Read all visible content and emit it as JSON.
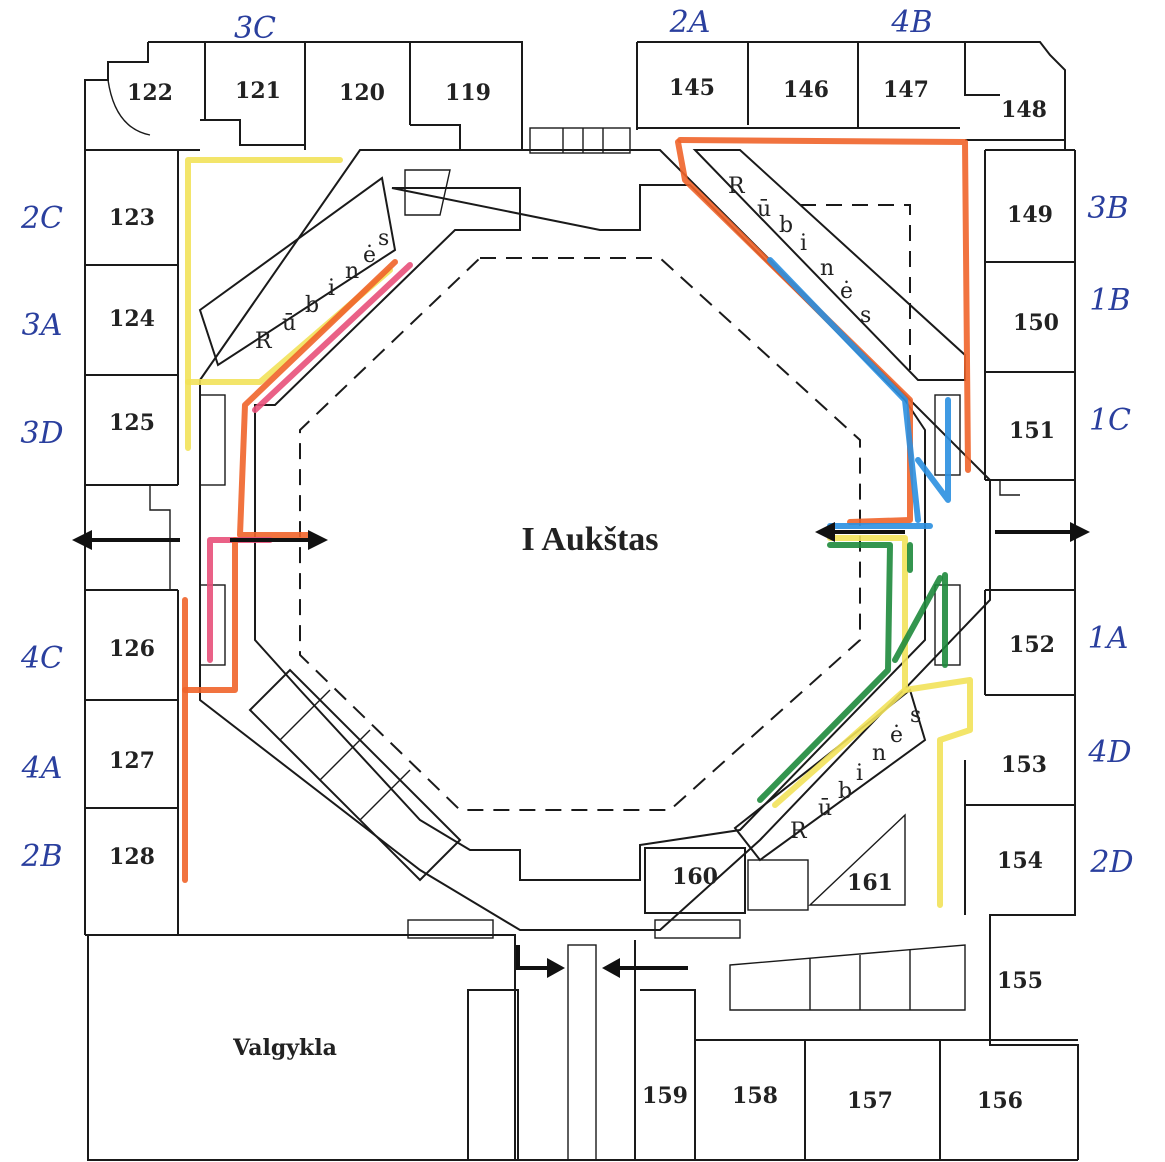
{
  "title": "I Aukštas",
  "rubines_label": "Rūbinės",
  "rubines_letters": [
    "R",
    "ū",
    "b",
    "i",
    "n",
    "ė",
    "s"
  ],
  "rooms": {
    "r119": "119",
    "r120": "120",
    "r121": "121",
    "r122": "122",
    "r123": "123",
    "r124": "124",
    "r125": "125",
    "r126": "126",
    "r127": "127",
    "r128": "128",
    "r145": "145",
    "r146": "146",
    "r147": "147",
    "r148": "148",
    "r149": "149",
    "r150": "150",
    "r151": "151",
    "r152": "152",
    "r153": "153",
    "r154": "154",
    "r155": "155",
    "r156": "156",
    "r157": "157",
    "r158": "158",
    "r159": "159",
    "r160": "160",
    "r161": "161"
  },
  "valgykla": "Valgykla",
  "class_labels": {
    "top_3c": "3C",
    "top_2a": "2A",
    "top_4b": "4B",
    "left_2c": "2C",
    "left_3a": "3A",
    "left_3d": "3D",
    "left_4c": "4C",
    "left_4a": "4A",
    "left_2b": "2B",
    "right_3b": "3B",
    "right_1b": "1B",
    "right_1c": "1C",
    "right_1a": "1A",
    "right_4d": "4D",
    "right_2d": "2D"
  },
  "route_colors": {
    "orange": "#f0642a",
    "yellow": "#f2e25a",
    "pink": "#e8507a",
    "blue": "#2a8fe0",
    "green": "#1e8a3c",
    "handwriting": "#2a3f9e"
  }
}
